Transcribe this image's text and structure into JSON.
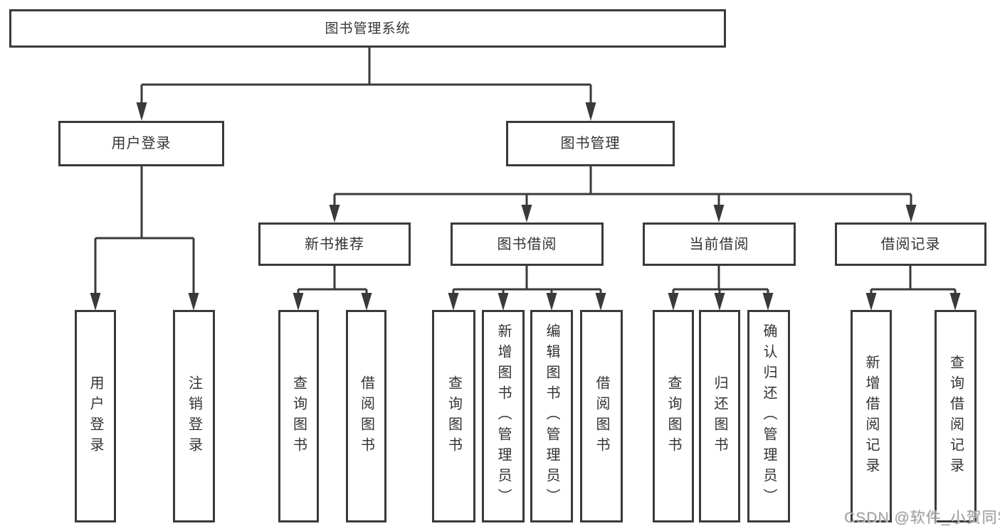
{
  "diagram": {
    "root": {
      "label": "图书管理系统"
    },
    "branches": [
      {
        "label": "用户登录",
        "children": [
          {
            "label": "用户登录"
          },
          {
            "label": "注销登录"
          }
        ]
      },
      {
        "label": "图书管理",
        "groups": [
          {
            "label": "新书推荐",
            "children": [
              {
                "label": "查询图书"
              },
              {
                "label": "借阅图书"
              }
            ]
          },
          {
            "label": "图书借阅",
            "children": [
              {
                "label": "查询图书"
              },
              {
                "label": "新增图书（管理员）"
              },
              {
                "label": "编辑图书（管理员）"
              },
              {
                "label": "借阅图书"
              }
            ]
          },
          {
            "label": "当前借阅",
            "children": [
              {
                "label": "查询图书"
              },
              {
                "label": "归还图书"
              },
              {
                "label": "确认归还（管理员）"
              }
            ]
          },
          {
            "label": "借阅记录",
            "children": [
              {
                "label": "新增借阅记录"
              },
              {
                "label": "查询借阅记录"
              }
            ]
          }
        ]
      }
    ],
    "line_color": "#3a3a3a",
    "text_color": "#333333",
    "background_color": "#ffffff"
  },
  "watermark": {
    "text": "CSDN @软件_小贺同学"
  }
}
